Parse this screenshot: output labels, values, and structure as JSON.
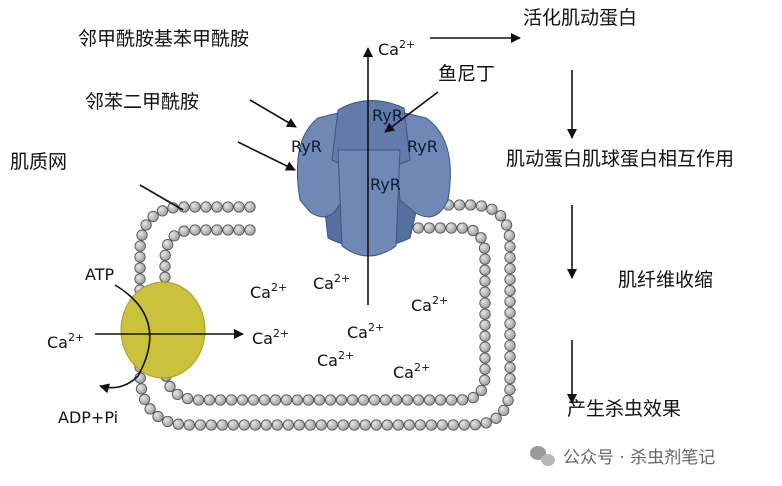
{
  "labels": {
    "inhibitor_1": "邻甲酰胺基苯甲酰胺",
    "inhibitor_2": "邻苯二甲酰胺",
    "sr": "肌质网",
    "ryanodine": "鱼尼丁",
    "atp": "ATP",
    "adp": "ADP+Pi",
    "ca_pump_in": "Ca",
    "ca_release": "Ca"
  },
  "superscript": "2+",
  "ryr_label": "RyR",
  "calcium_label": "Ca",
  "flow_steps": [
    "活化肌动蛋白",
    "肌动蛋白肌球蛋白相互作用",
    "肌纤维收缩",
    "产生杀虫效果"
  ],
  "watermark": "公众号 · 杀虫剂笔记",
  "colors": {
    "receptor": "#6f88b5",
    "receptor_dark": "#55709f",
    "pump": "#c9c23a",
    "bead": "#b8b8b8",
    "ink": "#111111"
  }
}
